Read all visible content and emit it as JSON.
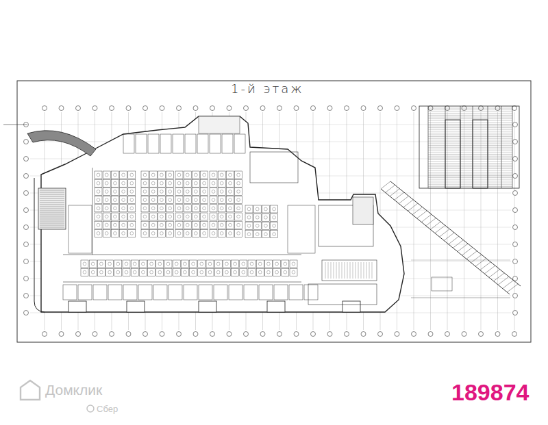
{
  "diagram": {
    "title": "1-й этаж",
    "labels": [
      "189874",
      "Домклик",
      "Сбер"
    ]
  }
}
